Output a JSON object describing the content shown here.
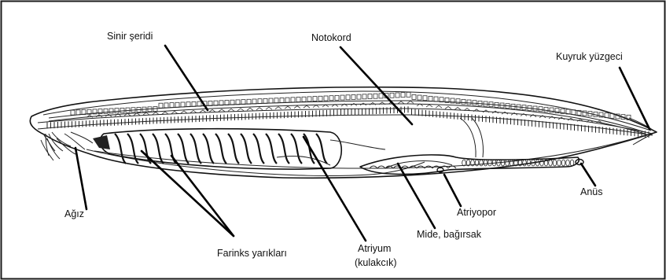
{
  "labels": {
    "sinir_seridi": "Sinir şeridi",
    "notokord": "Notokord",
    "kuyruk_yuzgeci": "Kuyruk yüzgeci",
    "agiz": "Ağız",
    "farinks": "Farinks yarıkları",
    "atriyum_line1": "Atriyum",
    "atriyum_line2": "(kulakcık)",
    "mide": "Mide, bağırsak",
    "atriyopor": "Atriyopor",
    "anus": "Anüs"
  },
  "colors": {
    "frame": "#1a1a1a",
    "ink": "#111111",
    "background": "#ffffff"
  }
}
